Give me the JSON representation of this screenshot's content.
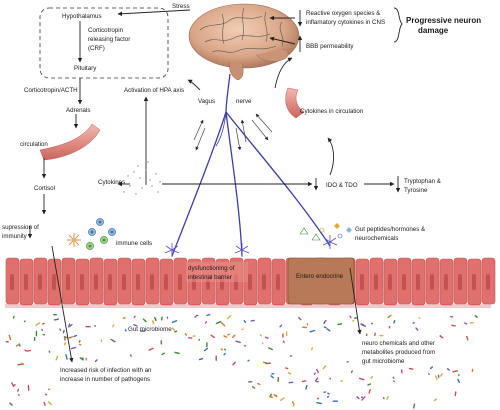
{
  "labels": {
    "stress": "Stress",
    "hypothalamus": "Hypothalamus",
    "crf": [
      "Corticotropin",
      "releasing factor",
      "(CRF)"
    ],
    "pituitary": "Pituitary",
    "acth": "Corticotropin/ACTH",
    "adrenals": "Adrenals",
    "activation_hpa": "Activation of HPA axis",
    "vagus_nerve": [
      "Vagus",
      "nerve"
    ],
    "ros": [
      "Reactive oxygen species &",
      "inflamatory cytokines  in CNS"
    ],
    "progressive_damage": [
      "Progressive neuron",
      "damage"
    ],
    "bbb": "BBB permeability",
    "cytokines_circulation": "Cytokines in circulation",
    "circulation": "circulation",
    "cortisol": "Cortisol",
    "cytokines": "Cytokines",
    "ido_tdo": "IDO & TDO",
    "tryptophan": [
      "Tryptophan &",
      "Tyrosine"
    ],
    "suppression": [
      "supression of",
      "immunity"
    ],
    "immune_cells": "immune cells",
    "gut_peptides": [
      "Gut peptides/hormones &",
      "neurochemicals"
    ],
    "dysfunction": [
      "dysfunctioning of",
      "intestinal barrier"
    ],
    "entero": "Entero endocrine",
    "gut_microbiome": "Gut microbiome",
    "neuro_chem": [
      "neuro chemicals and other",
      "metabolites produced from",
      "gut microbiome"
    ],
    "infection": [
      "Increased risk of infection with an",
      "increase in number of pathogens"
    ]
  },
  "icons": {
    "brain": "brain-illustration",
    "immune_cell": "immune-cell-icon",
    "blood_vessel": "blood-vessel-icon"
  },
  "colors": {
    "epithelium": "#e0706d",
    "epithelium_dark": "#c9504f",
    "entero_cell": "#b87a56",
    "vessel": "#e59a92",
    "nerve": "#3a3fa0",
    "brain": "#d9a687"
  }
}
